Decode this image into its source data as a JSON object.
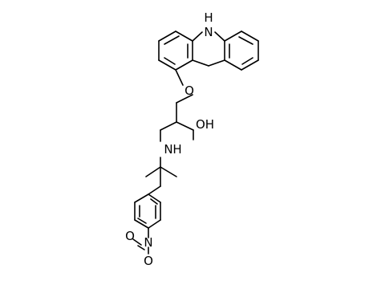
{
  "molecule": {
    "atom_labels": {
      "indole_nh": "N",
      "indole_h": "H",
      "ether_o": "O",
      "hydroxyl": "OH",
      "amine_n": "N",
      "amine_h": "H",
      "nitro_n": "N",
      "nitro_o_top": "O",
      "nitro_o_bottom": "O"
    },
    "colors": {
      "bond": "#000000",
      "background": "#ffffff"
    }
  }
}
